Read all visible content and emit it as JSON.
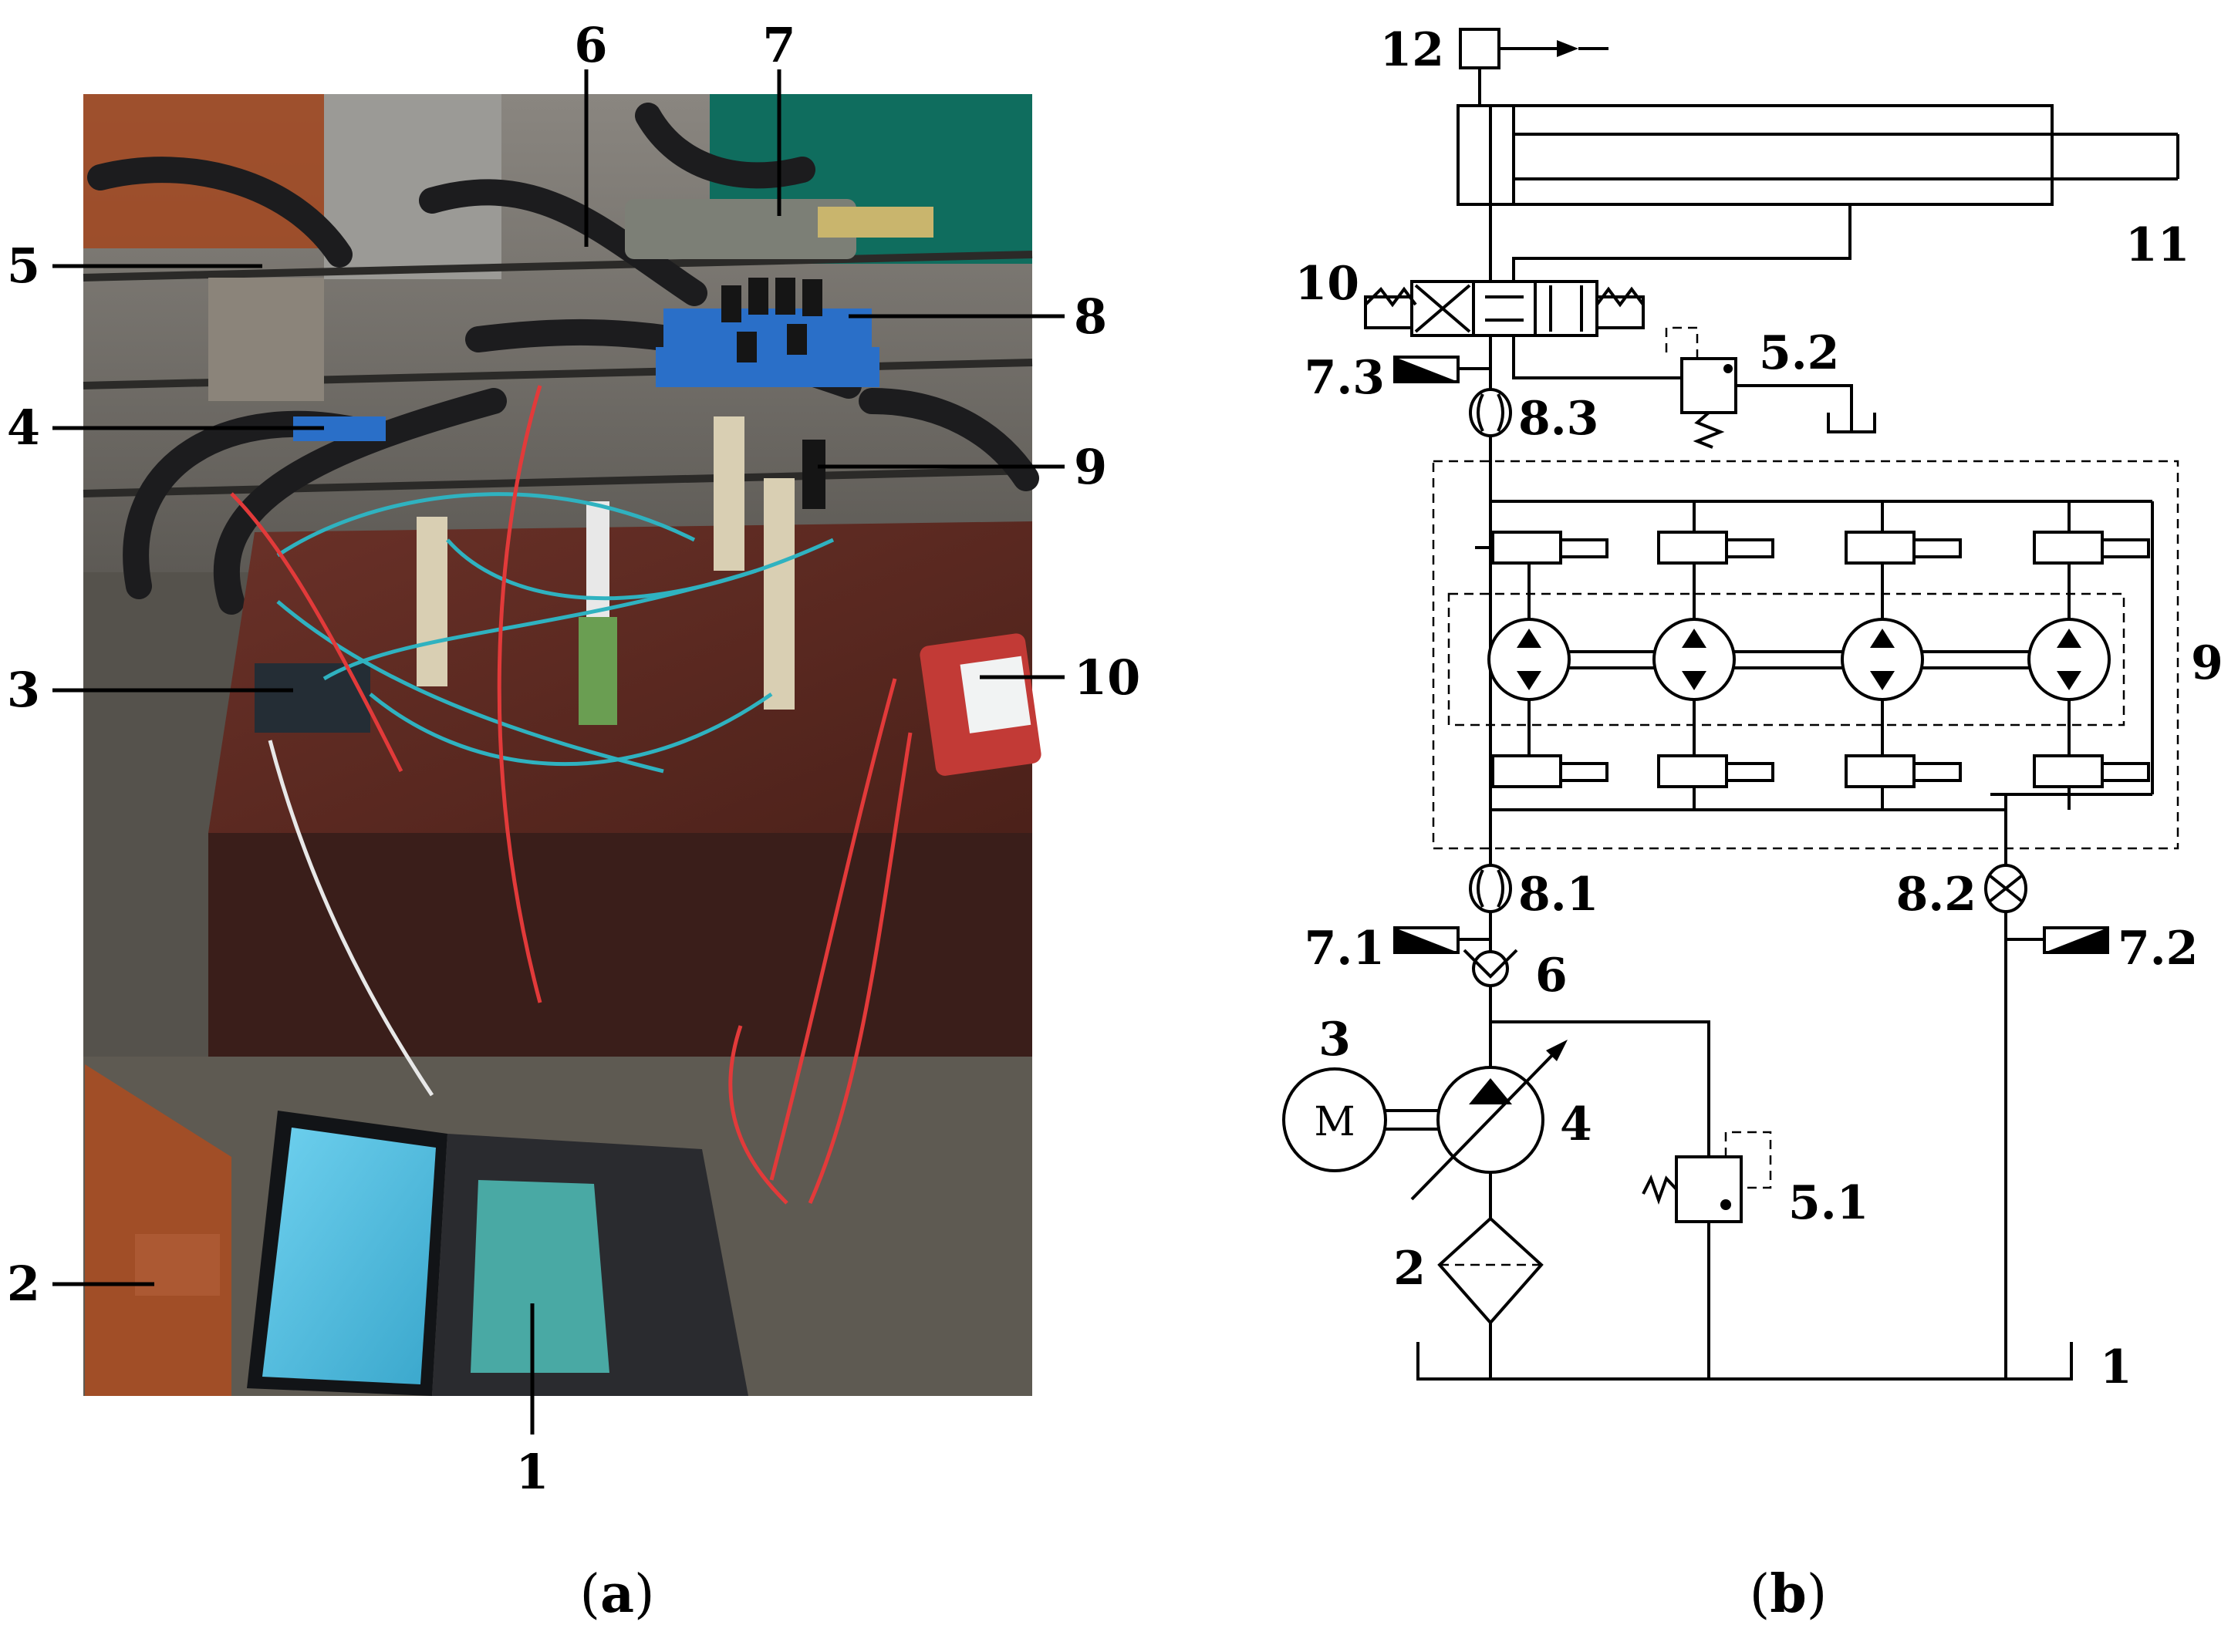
{
  "photo_panel": {
    "caption_open": "(",
    "caption_letter": "a",
    "caption_close": ")",
    "labels": [
      "1",
      "2",
      "3",
      "4",
      "5",
      "6",
      "7",
      "8",
      "9",
      "10"
    ]
  },
  "schematic_panel": {
    "caption_open": "(",
    "caption_letter": "b",
    "caption_close": ")",
    "labels": {
      "tank": "1",
      "filter": "2",
      "motor": "3",
      "pump": "4",
      "relief_1": "5.1",
      "relief_2": "5.2",
      "check_valve": "6",
      "sensor_1": "7.1",
      "sensor_2": "7.2",
      "sensor_3": "7.3",
      "flowmeter_1": "8.1",
      "flowmeter_2": "8.2",
      "flowmeter_3": "8.3",
      "digital_pump_group": "9",
      "directional_valve": "10",
      "cylinder": "11",
      "displacement_sensor": "12"
    },
    "motor_symbol": "M"
  },
  "colors": {
    "ink": "#000000",
    "photo_background": "#5e5a52",
    "table_wood": "#5a2a22",
    "laptop_screen": "#48b4d6",
    "wire_red": "#e23a3a",
    "wire_cyan": "#2fb2c0",
    "valve_blue": "#2a6fc8",
    "controller_red": "#c23a36"
  }
}
